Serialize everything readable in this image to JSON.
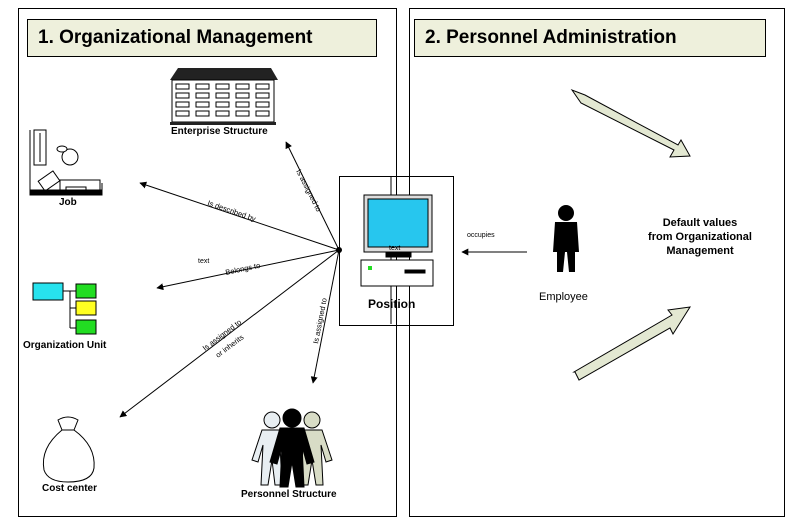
{
  "headers": {
    "left": "1. Organizational Management",
    "right": "2. Personnel Administration"
  },
  "objects": {
    "enterprise": "Enterprise Structure",
    "job": "Job",
    "org_unit": "Organization Unit",
    "cost_center": "Cost center",
    "personnel": "Personnel Structure",
    "position": "Position",
    "employee": "Employee"
  },
  "relations": {
    "assigned_enterprise": "Is assigned to",
    "described_by": "Is described by",
    "belongs_to": "Belongs to",
    "text1": "text",
    "assigned_cost_1": "Is assigned to",
    "assigned_cost_2": "or inherits",
    "assigned_personnel": "Is assigned to",
    "occupies": "occupies",
    "monitor_text": "text"
  },
  "default_values": {
    "line1": "Default values",
    "line2": "from Organizational",
    "line3": "Management"
  },
  "colors": {
    "header_fill": "#eef0dc",
    "monitor_screen": "#27c6ee",
    "org_cyan": "#27e3ee",
    "org_green": "#22dd22",
    "org_yellow": "#ffff22",
    "big_arrow": "#e3e8d2"
  }
}
